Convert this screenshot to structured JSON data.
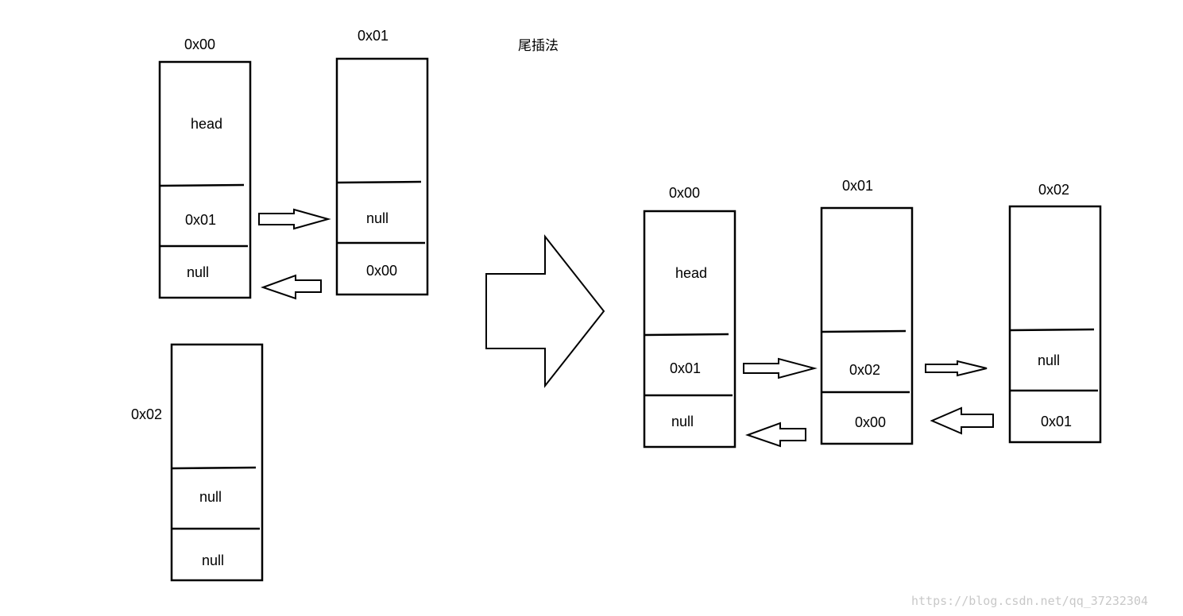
{
  "title": "尾插法",
  "watermark": "https://blog.csdn.net/qq_37232304",
  "before": {
    "node0": {
      "address": "0x00",
      "top": "head",
      "mid": "0x01",
      "bottom": "null"
    },
    "node1": {
      "address": "0x01",
      "top": "",
      "mid": "null",
      "bottom": "0x00"
    },
    "node2": {
      "address": "0x02",
      "top": "",
      "mid": "null",
      "bottom": "null"
    }
  },
  "after": {
    "node0": {
      "address": "0x00",
      "top": "head",
      "mid": "0x01",
      "bottom": "null"
    },
    "node1": {
      "address": "0x01",
      "top": "",
      "mid": "0x02",
      "bottom": "0x00"
    },
    "node2": {
      "address": "0x02",
      "top": "",
      "mid": "null",
      "bottom": "0x01"
    }
  },
  "colors": {
    "stroke": "#000000",
    "background": "#ffffff",
    "watermark": "#c8c8c8"
  }
}
